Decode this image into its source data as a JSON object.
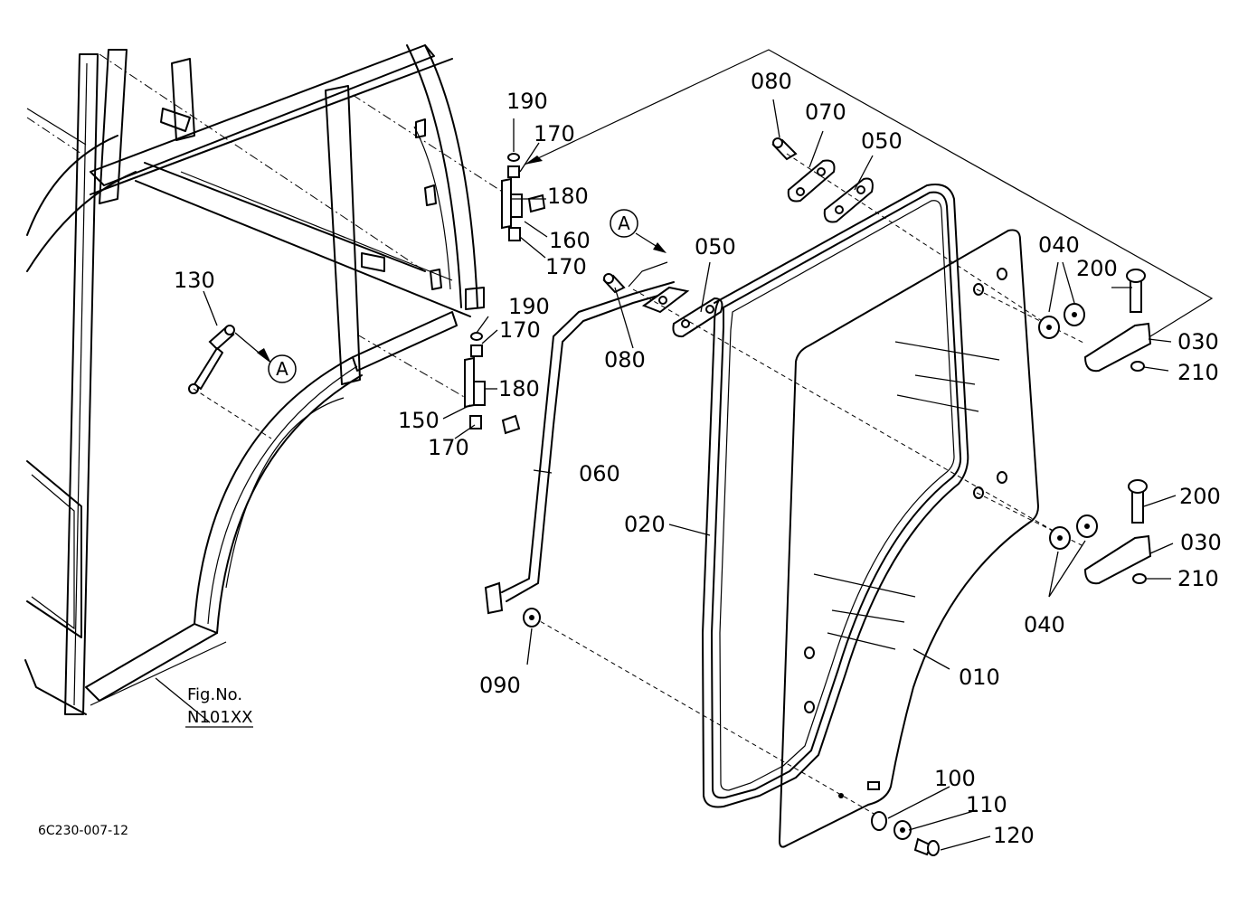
{
  "fig_no_label": "Fig.No.",
  "fig_no_value": "N101XX",
  "drawing_code": "6C230-007-12",
  "view_marker": "A",
  "parts": [
    {
      "id": "p010",
      "label": "010"
    },
    {
      "id": "p020",
      "label": "020"
    },
    {
      "id": "p030a",
      "label": "030"
    },
    {
      "id": "p030b",
      "label": "030"
    },
    {
      "id": "p040a",
      "label": "040"
    },
    {
      "id": "p040b",
      "label": "040"
    },
    {
      "id": "p050a",
      "label": "050"
    },
    {
      "id": "p050b",
      "label": "050"
    },
    {
      "id": "p060",
      "label": "060"
    },
    {
      "id": "p070",
      "label": "070"
    },
    {
      "id": "p080a",
      "label": "080"
    },
    {
      "id": "p080b",
      "label": "080"
    },
    {
      "id": "p090",
      "label": "090"
    },
    {
      "id": "p100",
      "label": "100"
    },
    {
      "id": "p110",
      "label": "110"
    },
    {
      "id": "p120",
      "label": "120"
    },
    {
      "id": "p130",
      "label": "130"
    },
    {
      "id": "p150",
      "label": "150"
    },
    {
      "id": "p160",
      "label": "160"
    },
    {
      "id": "p170a",
      "label": "170"
    },
    {
      "id": "p170b",
      "label": "170"
    },
    {
      "id": "p170c",
      "label": "170"
    },
    {
      "id": "p170d",
      "label": "170"
    },
    {
      "id": "p180a",
      "label": "180"
    },
    {
      "id": "p180b",
      "label": "180"
    },
    {
      "id": "p190a",
      "label": "190"
    },
    {
      "id": "p190b",
      "label": "190"
    },
    {
      "id": "p200a",
      "label": "200"
    },
    {
      "id": "p200b",
      "label": "200"
    },
    {
      "id": "p210a",
      "label": "210"
    },
    {
      "id": "p210b",
      "label": "210"
    }
  ]
}
